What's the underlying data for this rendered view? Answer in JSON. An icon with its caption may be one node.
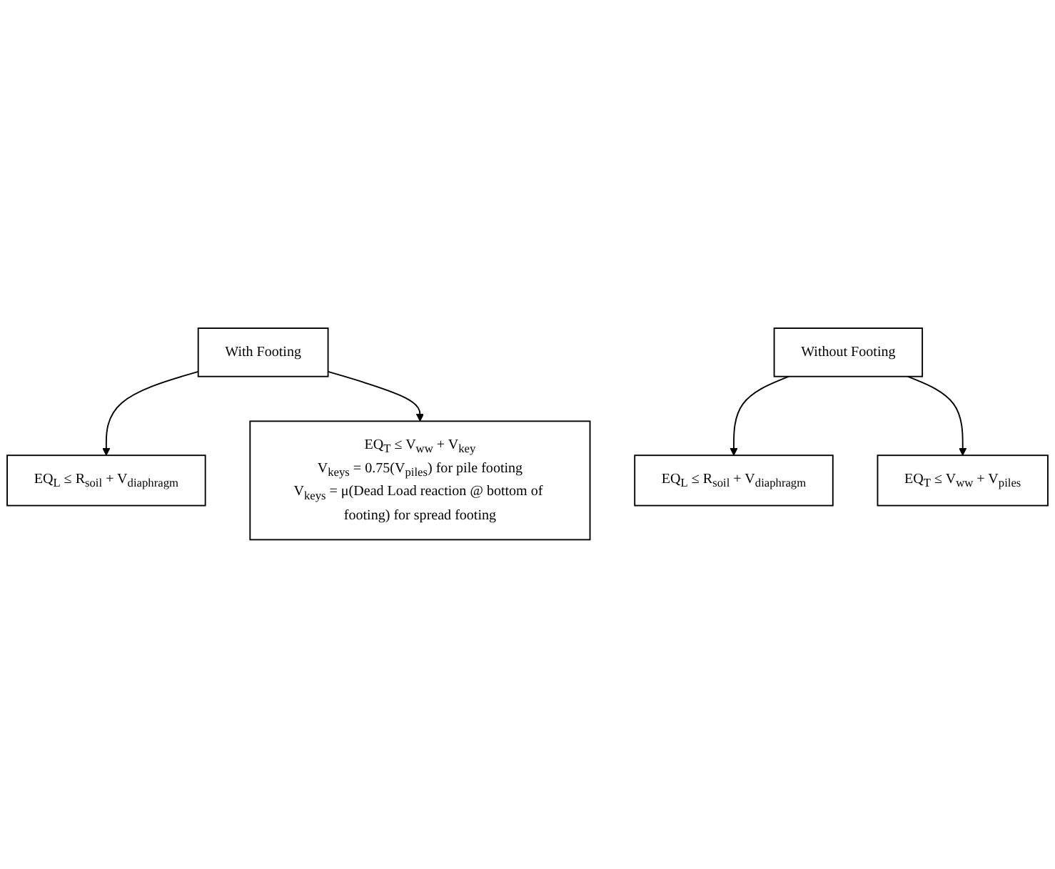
{
  "diagram": {
    "nodes": [
      {
        "text": [
          "With Footing"
        ]
      },
      {
        "text": [
          "EQ$_{L}$ ≤ R$_{soil}$ + V$_{diaphragm}$"
        ]
      },
      {
        "text": [
          "EQ$_{T}$ ≤ V$_{ww}$ + V$_{key}$",
          "V$_{keys}$ = 0.75(V$_{piles}$) for pile footing",
          "V$_{keys}$ = μ(Dead Load reaction @ bottom of footing) for spread footing"
        ]
      },
      {
        "text": [
          "Without Footing"
        ]
      },
      {
        "text": [
          "EQ$_{L}$ ≤ R$_{soil}$ + V$_{diaphragm}$"
        ]
      },
      {
        "text": [
          "EQ$_{T}$ ≤ V$_{ww}$ + V$_{piles}$"
        ]
      }
    ],
    "edges": [
      {
        "from": 0,
        "to": 1,
        "arrow": "to"
      },
      {
        "from": 0,
        "to": 2,
        "arrow": "to"
      },
      {
        "from": 3,
        "to": 4,
        "arrow": "to"
      },
      {
        "from": 3,
        "to": 5,
        "arrow": "to"
      }
    ]
  }
}
